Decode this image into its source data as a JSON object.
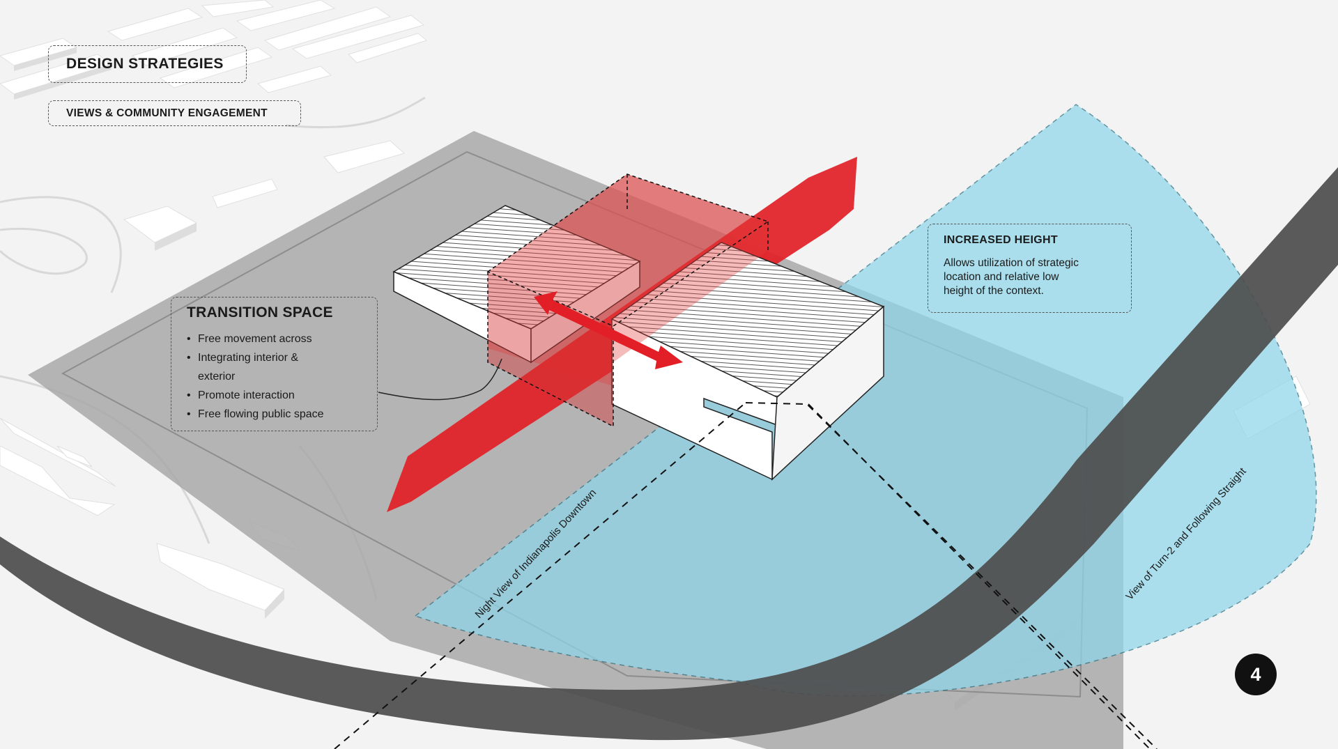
{
  "header": {
    "title": "DESIGN STRATEGIES",
    "subtitle": "VIEWS & COMMUNITY ENGAGEMENT"
  },
  "transition_space": {
    "title": "TRANSITION SPACE",
    "items": [
      "Free movement across",
      "Integrating interior &",
      "exterior",
      "Promote interaction",
      "Free flowing public space"
    ]
  },
  "increased_height": {
    "title": "INCREASED HEIGHT",
    "lines": [
      "Allows utilization of strategic",
      "location  and relative low",
      "height of the context."
    ]
  },
  "view_labels": {
    "downtown": "Night View of Indianapolis Downtown",
    "turn": "View of Turn-2 and Following Straight"
  },
  "page_number": "4",
  "colors": {
    "view_cone": "#8fd6ea",
    "circulation_arrow": "#e21f26",
    "track": "#5a5a5a",
    "site": "#a9a8a8"
  }
}
